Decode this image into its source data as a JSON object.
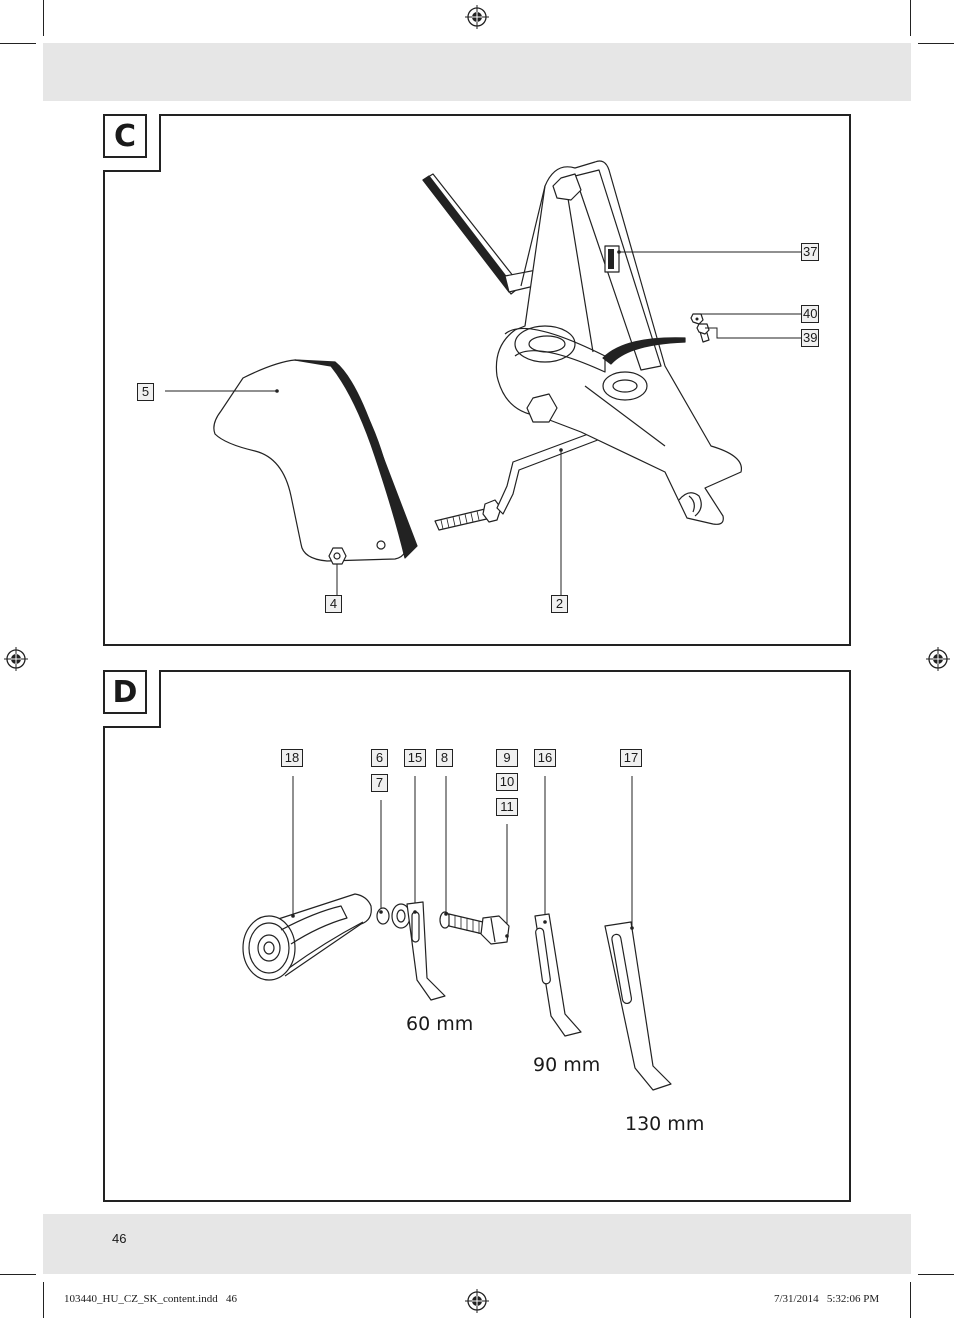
{
  "panel_c": {
    "letter": "C",
    "labels": {
      "l37": "37",
      "l40": "40",
      "l39": "39",
      "l5": "5",
      "l4": "4",
      "l2": "2"
    }
  },
  "panel_d": {
    "letter": "D",
    "labels": {
      "l18": "18",
      "l6": "6",
      "l7": "7",
      "l15": "15",
      "l8": "8",
      "l9": "9",
      "l10": "10",
      "l11": "11",
      "l16": "16",
      "l17": "17"
    },
    "dimensions": {
      "d60": "60 mm",
      "d90": "90 mm",
      "d130": "130 mm"
    }
  },
  "page_number": "46",
  "footer": {
    "file": "103440_HU_CZ_SK_content.indd   46",
    "timestamp": "7/31/2014   5:32:06 PM"
  }
}
